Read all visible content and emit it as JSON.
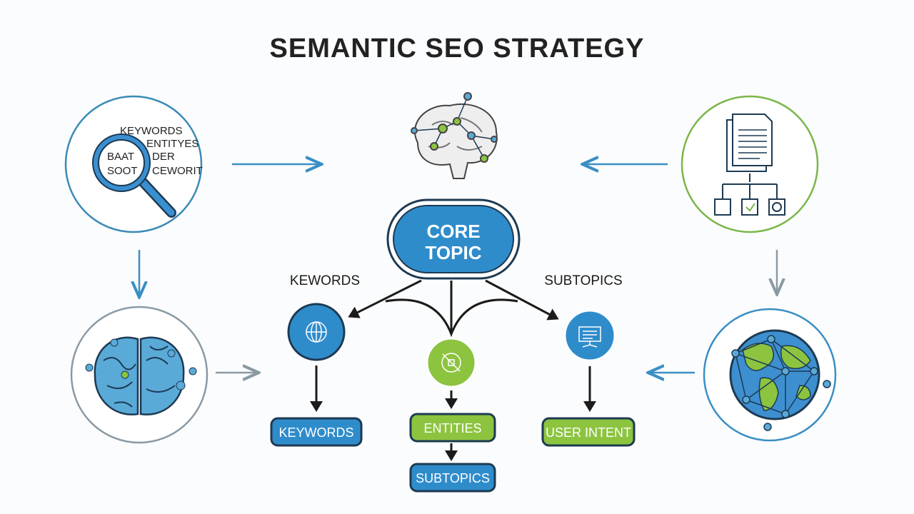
{
  "title": "SEMANTIC SEO STRATEGY",
  "colors": {
    "blue": "#2f8ccb",
    "green": "#8cc43f",
    "outline": "#1d3a52",
    "arrow_blue": "#3a8fc4",
    "arrow_gray": "#8a9aa5"
  },
  "magnifier_words": [
    "KEYWORDS",
    "ENTITYES",
    "DER",
    "CEWORIT",
    "BAAT",
    "SOOT"
  ],
  "core": {
    "line1": "CORE",
    "line2": "TOPIC"
  },
  "side_labels": {
    "left": "KEWORDS",
    "right": "SUBTOPICS"
  },
  "boxes": {
    "keywords": "KEYWORDS",
    "entities": "ENTITIES",
    "subtopics": "SUBTOPICS",
    "user_intent": "USER INTENT"
  }
}
